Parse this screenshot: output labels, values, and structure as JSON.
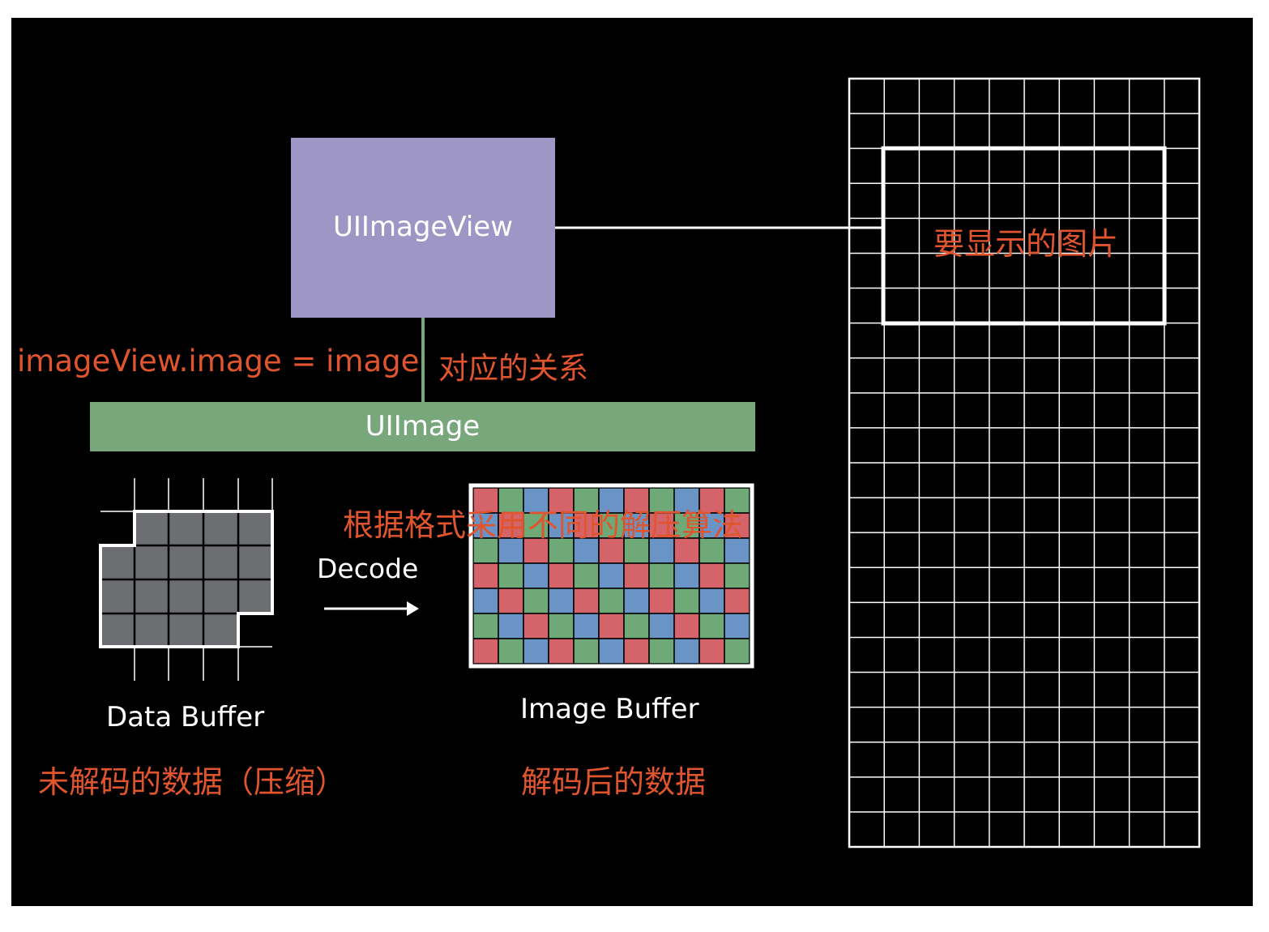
{
  "imageview_label": "UIImageView",
  "uiimage_label": "UIImage",
  "assignment_label": "imageView.image = image",
  "relation_label": "对应的关系",
  "decode_label": "Decode",
  "data_buffer_label": "Data Buffer",
  "image_buffer_label": "Image Buffer",
  "compressed_label": "未解码的数据（压缩）",
  "decoded_label": "解码后的数据",
  "algorithm_label": "根据格式采用不同的解压算法",
  "display_label": "要显示的图片",
  "colors": {
    "background": "#000000",
    "imageview_fill": "#9e97c6",
    "uiimage_fill": "#78a77c",
    "connector": "#78a77c",
    "annotation": "#e0552e",
    "data_cell": "#6c6e72",
    "pixel_red": "#d4646a",
    "pixel_green": "#6fa977",
    "pixel_blue": "#6a93c6"
  }
}
